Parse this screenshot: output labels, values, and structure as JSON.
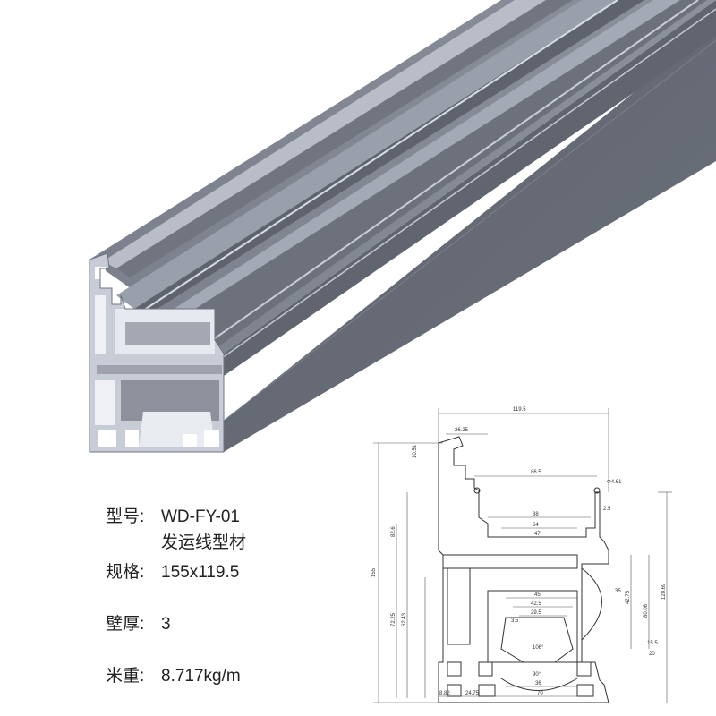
{
  "specs": {
    "model_label": "型号:",
    "model_value": "WD-FY-01",
    "model_name": "发运线型材",
    "size_label": "规格:",
    "size_value": "155x119.5",
    "wall_label": "壁厚:",
    "wall_value": "3",
    "weight_label": "米重:",
    "weight_value": "8.717kg/m"
  },
  "drawing": {
    "dims": {
      "overall_width": "119.5",
      "overall_height": "155",
      "right_height": "120.69",
      "top_slot": "26.25",
      "top_inner": "86.5",
      "hole_dia": "Φ4.61",
      "w88": "88",
      "w64": "64",
      "w47": "47",
      "w45": "45",
      "w42_5": "42.5",
      "w29_5": "29.5",
      "w36": "36",
      "w70": "70",
      "w24_75": "24.75",
      "w8_82": "8.82",
      "h82_6": "82.6",
      "h72_25": "72.25",
      "h62_43": "62.43",
      "h80_06": "80.06",
      "h42_75": "42.75",
      "h20": "20",
      "h15_5": "15.5",
      "a90": "90°",
      "a106": "106°",
      "a35": "35",
      "d10_51": "10.51",
      "d2_5": "2.5",
      "d3_5": "3.5"
    }
  }
}
